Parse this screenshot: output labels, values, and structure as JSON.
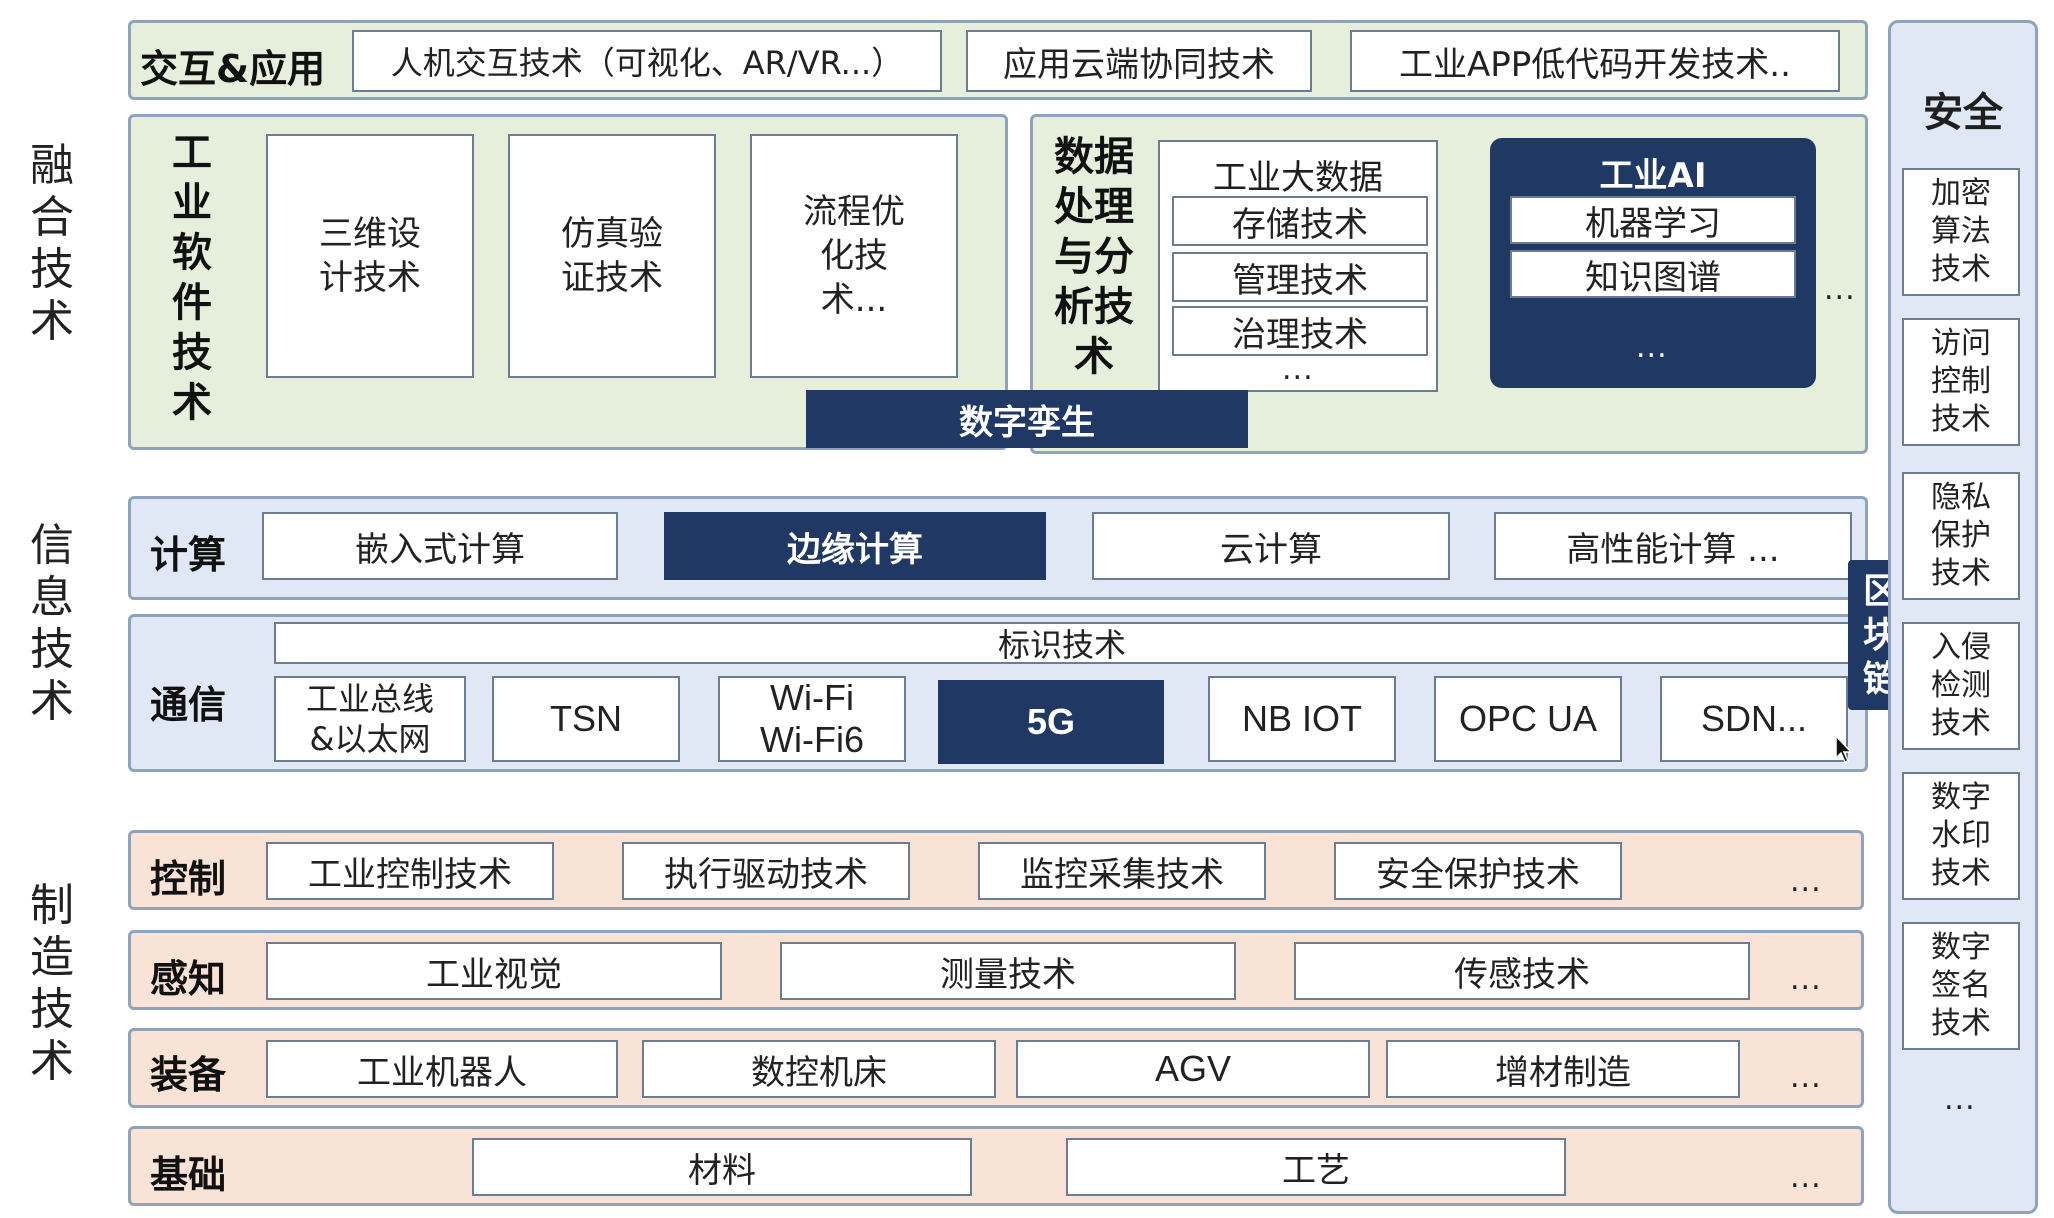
{
  "side_labels": {
    "fusion": "融合技术",
    "info": "信息技术",
    "manufacturing": "制造技术"
  },
  "interaction": {
    "label": "交互&应用",
    "items": [
      "人机交互技术（可视化、AR/VR...）",
      "应用云端协同技术",
      "工业APP低代码开发技术.."
    ]
  },
  "industrial_software": {
    "label": "工业软件技术",
    "items": [
      "三维设计技术",
      "仿真验证技术",
      "流程优化技术..."
    ]
  },
  "data_processing": {
    "label": "数据处理与分析技术",
    "big_data_title": "工业大数据",
    "big_data_items": [
      "存储技术",
      "管理技术",
      "治理技术"
    ],
    "big_data_more": "...",
    "ai_title": "工业AI",
    "ai_items": [
      "机器学习",
      "知识图谱"
    ],
    "ai_more": "...",
    "more": "..."
  },
  "digital_twin": "数字孪生",
  "computing": {
    "label": "计算",
    "items": [
      "嵌入式计算",
      "边缘计算",
      "云计算",
      "高性能计算 ..."
    ]
  },
  "communication": {
    "label": "通信",
    "identification": "标识技术",
    "items": [
      "工业总线&以太网",
      "TSN",
      "Wi-Fi Wi-Fi6",
      "5G",
      "NB IOT",
      "OPC UA",
      "SDN..."
    ]
  },
  "blockchain": "区块链",
  "control": {
    "label": "控制",
    "items": [
      "工业控制技术",
      "执行驱动技术",
      "监控采集技术",
      "安全保护技术"
    ],
    "more": "..."
  },
  "perception": {
    "label": "感知",
    "items": [
      "工业视觉",
      "测量技术",
      "传感技术"
    ],
    "more": "..."
  },
  "equipment": {
    "label": "装备",
    "items": [
      "工业机器人",
      "数控机床",
      "AGV",
      "增材制造"
    ],
    "more": "..."
  },
  "foundation": {
    "label": "基础",
    "items": [
      "材料",
      "工艺"
    ],
    "more": "..."
  },
  "security": {
    "title": "安全",
    "items": [
      "加密算法技术",
      "访问控制技术",
      "隐私保护技术",
      "入侵检测技术",
      "数字水印技术",
      "数字签名技术"
    ],
    "more": "..."
  },
  "colors": {
    "dark_navy": "#1f3864",
    "green_band": "#e6efdc",
    "blue_band": "#dfe8f4",
    "peach_band": "#f9e3d6"
  }
}
